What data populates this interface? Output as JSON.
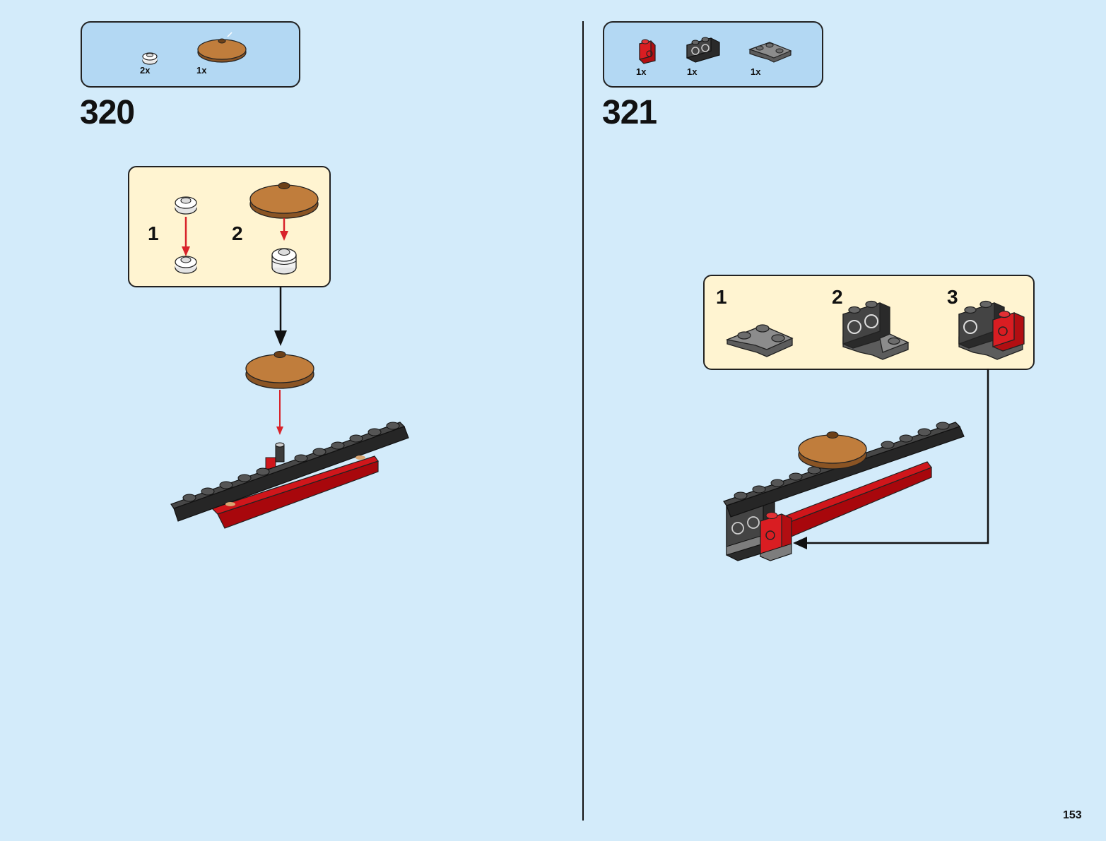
{
  "page_number": "153",
  "steps": [
    {
      "number": "320",
      "parts": [
        {
          "qty": "2x",
          "icon": "round-plate-white-icon"
        },
        {
          "qty": "1x",
          "icon": "dish-brown-icon"
        }
      ],
      "substeps": [
        "1",
        "2"
      ]
    },
    {
      "number": "321",
      "parts": [
        {
          "qty": "1x",
          "icon": "red-brick-icon"
        },
        {
          "qty": "1x",
          "icon": "dark-brick-icon"
        },
        {
          "qty": "1x",
          "icon": "grey-corner-plate-icon"
        }
      ],
      "substeps": [
        "1",
        "2",
        "3"
      ]
    }
  ],
  "colors": {
    "background": "#d3ebfa",
    "parts_box": "#b3d8f3",
    "sub_box": "#fff4d1",
    "arrow_red": "#d8232a",
    "brick_red": "#d0161b",
    "brick_dark": "#3b3b3b",
    "brick_grey": "#7d7d7d",
    "dish_brown": "#b8773a"
  }
}
